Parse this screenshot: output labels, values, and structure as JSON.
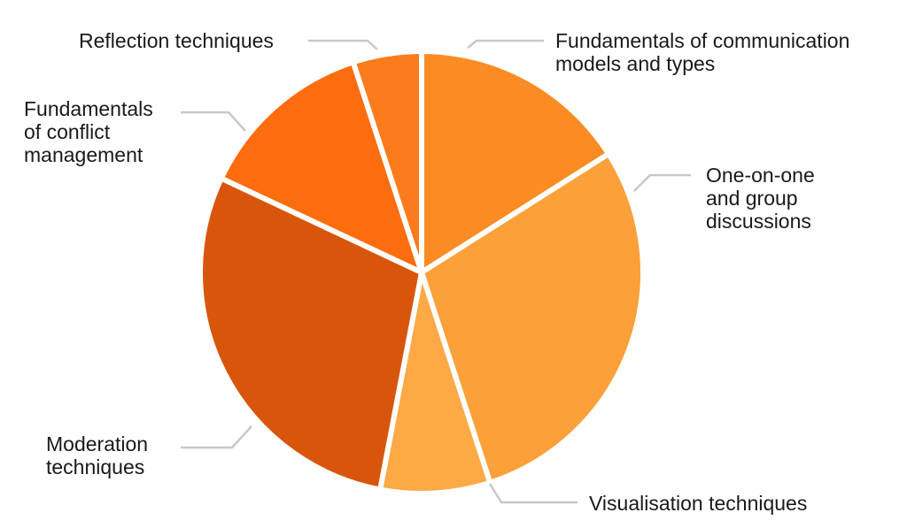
{
  "chart_data": {
    "type": "pie",
    "start_angle_deg": 0,
    "direction": "clockwise",
    "slices": [
      {
        "label": "Fundamentals of communication models and types",
        "value": 16,
        "color": "#fb8c23"
      },
      {
        "label": "One-on-one and group discussions",
        "value": 29,
        "color": "#fca03a"
      },
      {
        "label": "Visualisation techniques",
        "value": 8,
        "color": "#fda945"
      },
      {
        "label": "Moderation techniques",
        "value": 29,
        "color": "#d8560b"
      },
      {
        "label": "Fundamentals of conflict management",
        "value": 13,
        "color": "#fd6d0e"
      },
      {
        "label": "Reflection techniques",
        "value": 5,
        "color": "#fc7c1d"
      }
    ],
    "legend": "none",
    "label_style": "outside-with-leader-lines"
  },
  "labels": {
    "communication_line1": "Fundamentals of communication",
    "communication_line2": "models and types",
    "discussions_line1": "One-on-one",
    "discussions_line2": "and group",
    "discussions_line3": "discussions",
    "visualisation_line1": "Visualisation techniques",
    "moderation_line1": "Moderation",
    "moderation_line2": "techniques",
    "conflict_line1": "Fundamentals",
    "conflict_line2": "of conflict",
    "conflict_line3": "management",
    "reflection_line1": "Reflection techniques"
  },
  "colors": {
    "leader_line": "#c8c8c8",
    "background": "#ffffff"
  }
}
